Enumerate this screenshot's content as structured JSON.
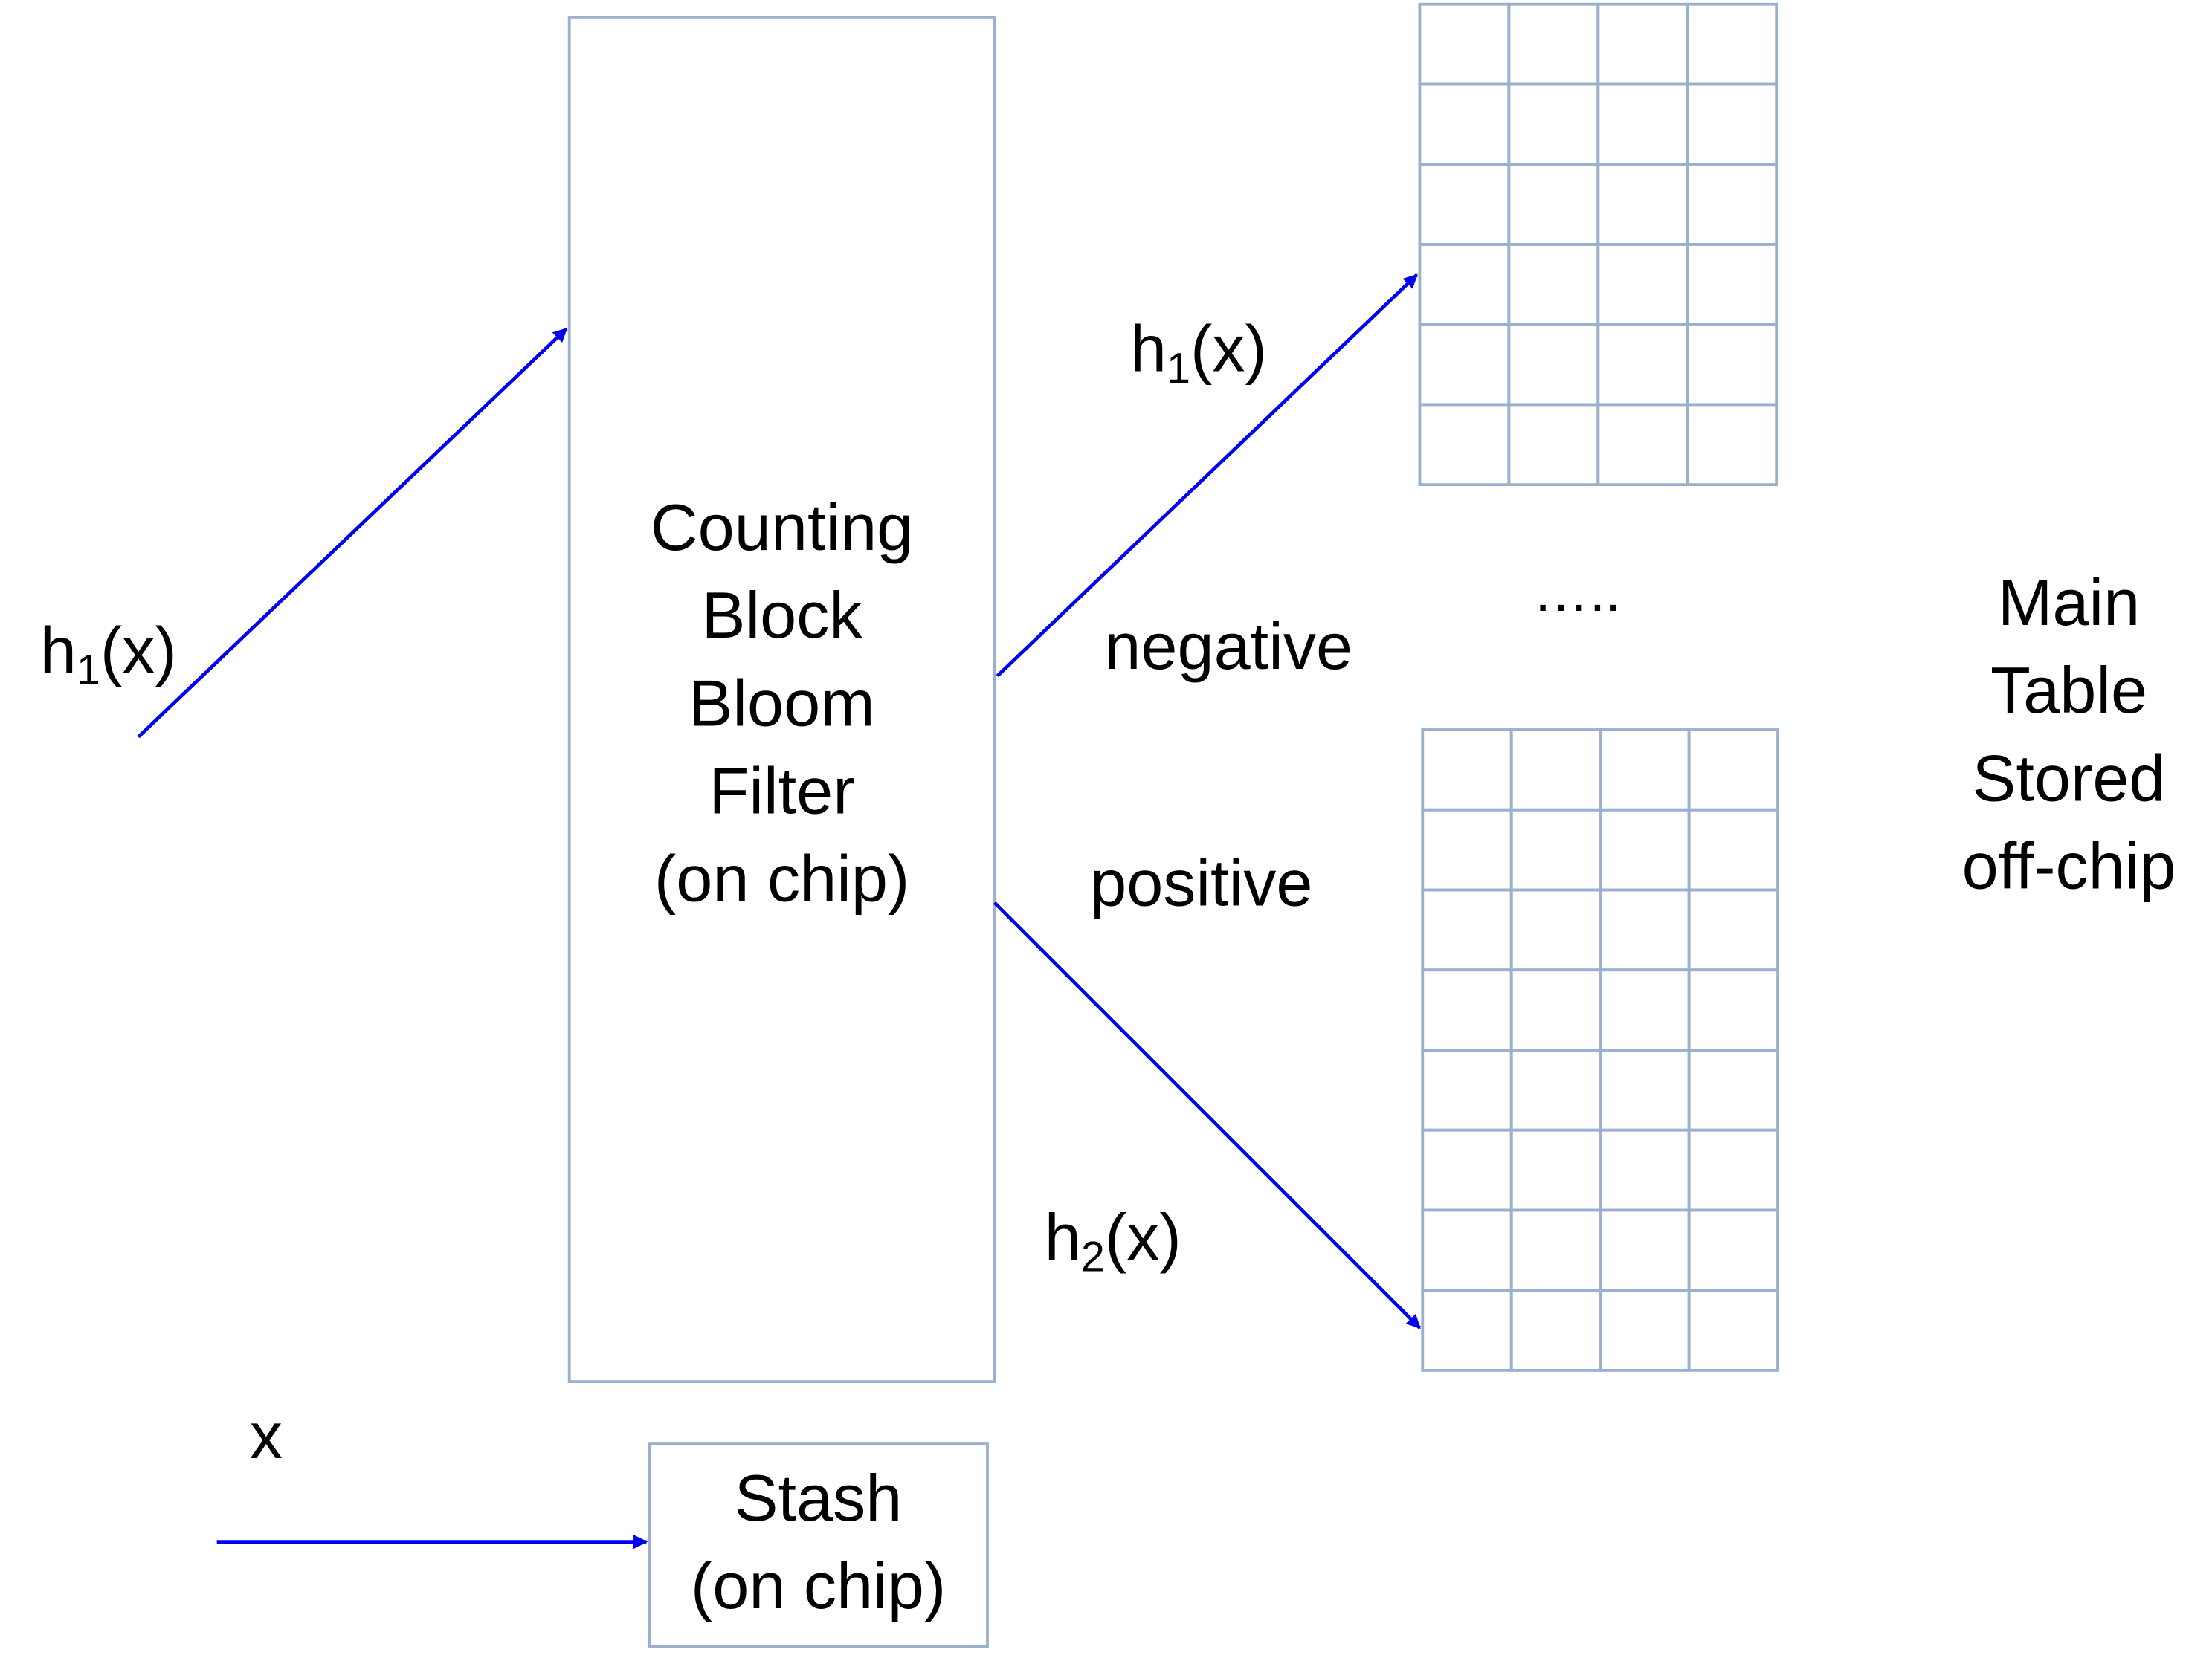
{
  "bloom_filter": {
    "lines": [
      "Counting",
      "Block",
      "Bloom",
      "Filter",
      "(on chip)"
    ]
  },
  "stash": {
    "lines": [
      "Stash",
      "(on chip)"
    ]
  },
  "main_table": {
    "lines": [
      "Main",
      "Table",
      "Stored",
      "off-chip"
    ]
  },
  "labels": {
    "input_hash": {
      "base": "h",
      "sub": "1",
      "arg": "(x)"
    },
    "upper_hash": {
      "base": "h",
      "sub": "1",
      "arg": "(x)"
    },
    "lower_hash": {
      "base": "h",
      "sub": "2",
      "arg": "(x)"
    },
    "input_x": "x",
    "negative": "negative",
    "positive": "positive",
    "ellipsis": "….."
  },
  "colors": {
    "arrow": "#0000ee",
    "box_border": "#9ab0cc",
    "grid": "#9ab0cc"
  },
  "tables": {
    "upper_rows": 6,
    "lower_rows": 8,
    "columns": 4
  }
}
